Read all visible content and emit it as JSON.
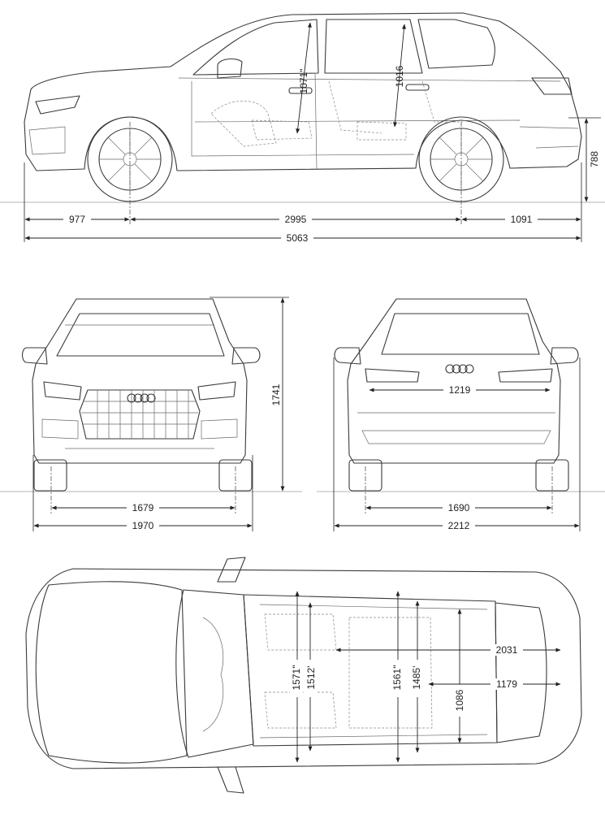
{
  "side_view": {
    "front_overhang": "977",
    "wheelbase": "2995",
    "rear_overhang": "1091",
    "length": "5063",
    "front_headroom": "1071\"",
    "rear_headroom": "1016",
    "rear_height": "788"
  },
  "front_view": {
    "height": "1741",
    "front_track": "1679",
    "width": "1970"
  },
  "rear_view": {
    "tailgate_width": "1219",
    "rear_track": "1690",
    "width_mirrors": "2212"
  },
  "top_view": {
    "front_shoulder": "1571\"",
    "front_elbow": "1512'",
    "rear_shoulder": "1561\"",
    "rear_elbow": "1485'",
    "load_length_max": "2031",
    "load_length": "1179",
    "load_width": "1086"
  }
}
